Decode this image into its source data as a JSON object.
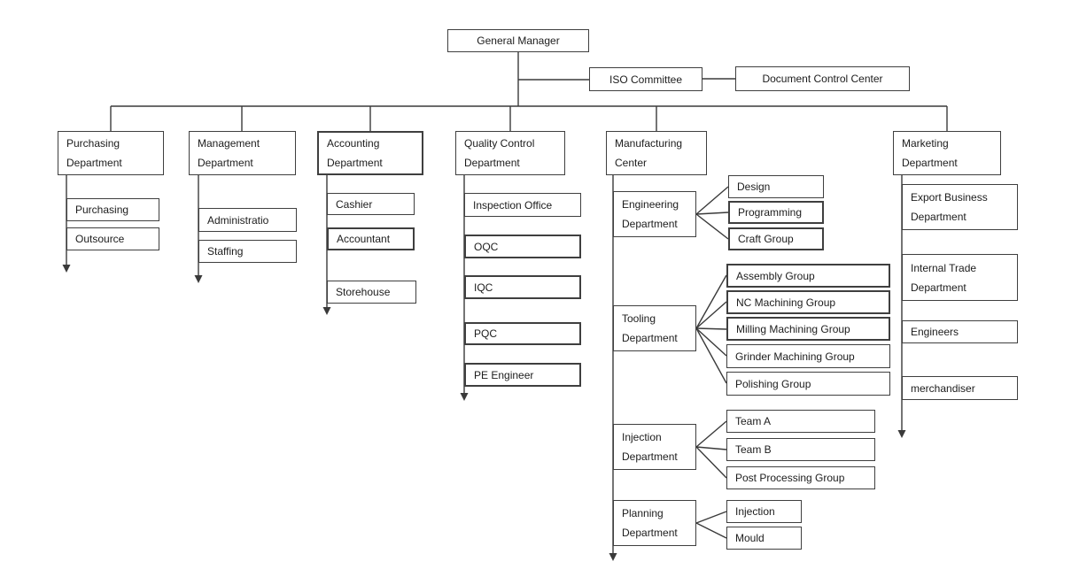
{
  "colors": {
    "line": "#3a3a3a",
    "box-border": "#3f3f3f",
    "text": "#1c1c1c",
    "bg": "#ffffff"
  },
  "org": {
    "general_manager": "General Manager",
    "iso_committee": "ISO Committee",
    "document_control_center": "Document Control Center",
    "departments": [
      {
        "title": "Purchasing\nDepartment",
        "children": [
          "Purchasing",
          "Outsource"
        ]
      },
      {
        "title": "Management\nDepartment",
        "children": [
          "Administratio",
          "Staffing"
        ]
      },
      {
        "title": "Accounting\nDepartment",
        "children": [
          "Cashier",
          "Accountant",
          "Storehouse"
        ]
      },
      {
        "title": "Quality Control\nDepartment",
        "children": [
          "Inspection Office",
          "OQC",
          "IQC",
          "PQC",
          "PE Engineer"
        ]
      },
      {
        "title": "Manufacturing\nCenter",
        "sections": [
          {
            "title": "Engineering\nDepartment",
            "children": [
              "Design",
              "Programming",
              "Craft Group"
            ]
          },
          {
            "title": "Tooling\nDepartment",
            "children": [
              "Assembly Group",
              "NC Machining Group",
              "Milling Machining Group",
              "Grinder Machining Group",
              "Polishing Group"
            ]
          },
          {
            "title": "Injection\nDepartment",
            "children": [
              "Team A",
              "Team B",
              "Post Processing Group"
            ]
          },
          {
            "title": "Planning\nDepartment",
            "children": [
              "Injection",
              "Mould"
            ]
          }
        ]
      },
      {
        "title": "Marketing\nDepartment",
        "children": [
          "Export Business\nDepartment",
          "Internal Trade\nDepartment",
          "Engineers",
          "merchandiser"
        ]
      }
    ]
  }
}
